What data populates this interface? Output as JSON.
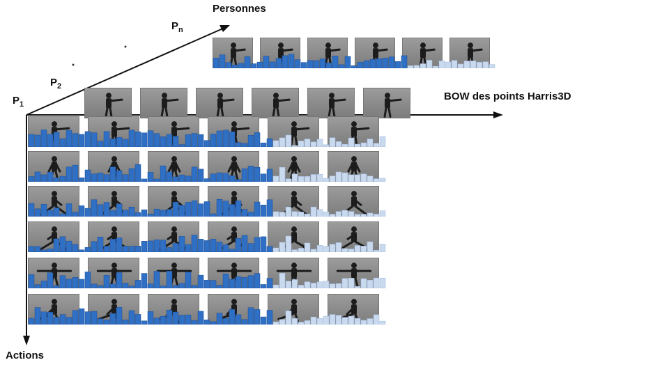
{
  "labels": {
    "personnes": "Personnes",
    "bow": "BOW des points Harris3D",
    "actions": "Actions",
    "p1_letter": "P",
    "p1_sub": "1",
    "p2_letter": "P",
    "p2_sub": "2",
    "pn_letter": "P",
    "pn_sub": "n"
  },
  "colors": {
    "dark_blue": "#2f6fc4",
    "light_blue": "#c9d9ee",
    "axis": "#111111",
    "frame": "#8a8a8a",
    "silhouette": "#1c1c1c"
  },
  "icon_names": [
    "person-silhouette-icon",
    "histogram-bar-icon",
    "arrow-head-icon"
  ]
}
